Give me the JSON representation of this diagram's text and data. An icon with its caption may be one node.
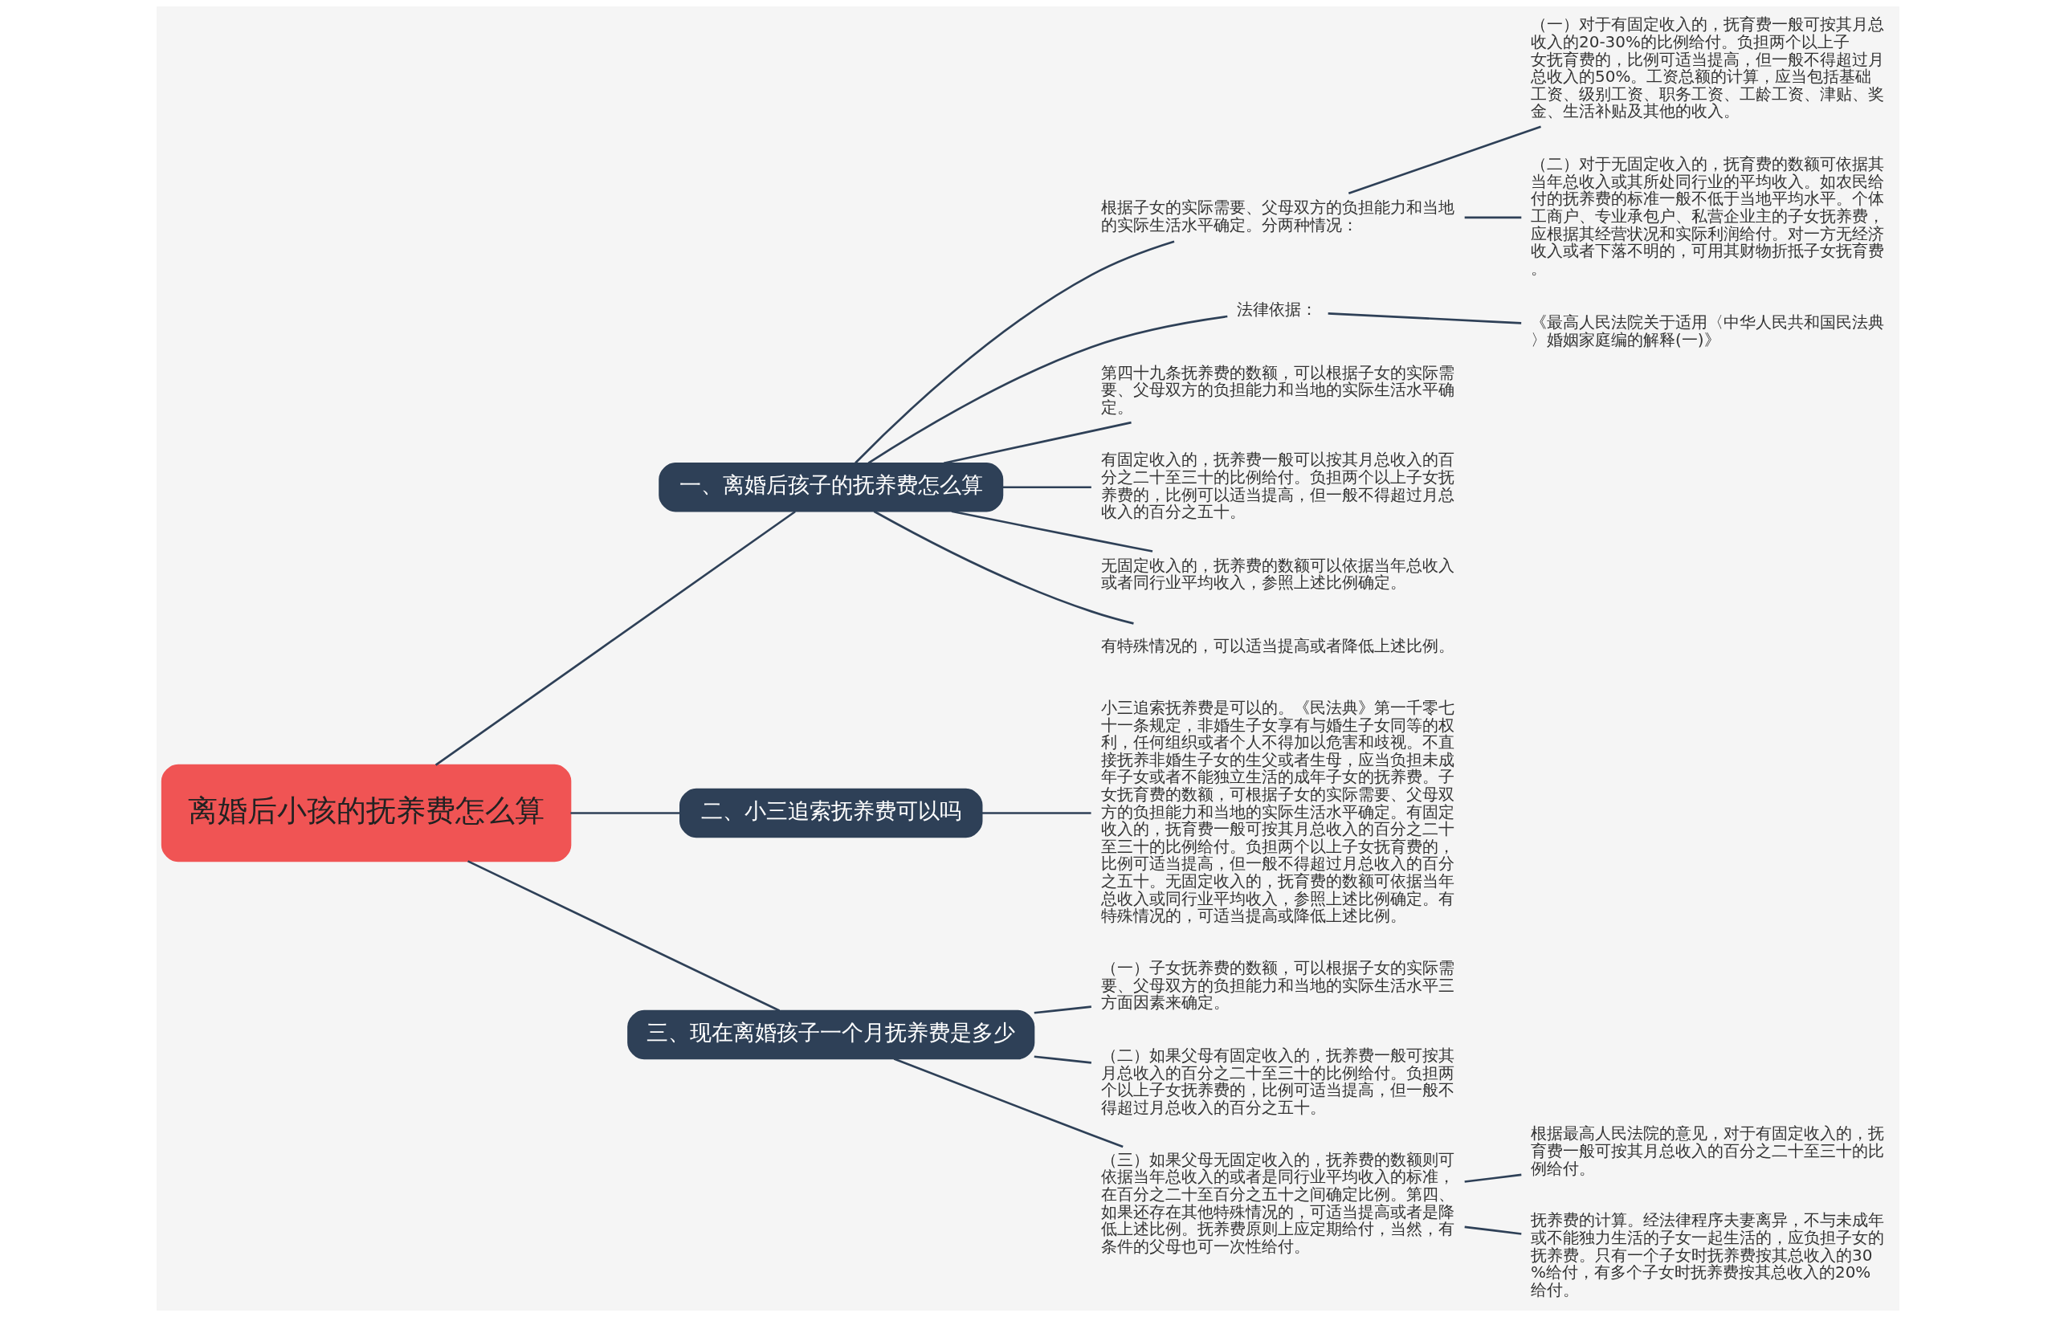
{
  "diagram": {
    "nodes": [
      {
        "text": [
          "离婚后小孩的抚养费怎么算"
        ]
      },
      {
        "text": [
          "一、离婚后孩子的抚养费怎么算"
        ]
      },
      {
        "text": [
          "根据子女的实际需要、父母双方的负担能力和当地的实际生活水平确定。分两种情况："
        ]
      },
      {
        "text": [
          "（一）对于有固定收入的，抚育费一般可按其月总收入的20-30%的比例给付。负担两个以上子女抚育费的，比例可适当提高，但一般不得超过月总收入的50%。工资总额的计算，应当包括基础工资、级别工资、职务工资、工龄工资、津贴、奖金、生活补贴及其他的收入。"
        ]
      },
      {
        "text": [
          "（二）对于无固定收入的，抚育费的数额可依据其当年总收入或其所处同行业的平均收入。如农民给付的抚养费的标准一般不低于当地平均水平。个体工商户、专业承包户、私营企业主的子女抚养费，应根据其经营状况和实际利润给付。对一方无经济收入或者下落不明的，可用其财物折抵子女抚育费。"
        ]
      },
      {
        "text": [
          "法律依据："
        ]
      },
      {
        "text": [
          "《最高人民法院关于适用〈中华人民共和国民法典〉婚姻家庭编的解释(一)》"
        ]
      },
      {
        "text": [
          "第四十九条抚养费的数额，可以根据子女的实际需要、父母双方的负担能力和当地的实际生活水平确定。"
        ]
      },
      {
        "text": [
          "有固定收入的，抚养费一般可以按其月总收入的百分之二十至三十的比例给付。负担两个以上子女抚养费的，比例可以适当提高，但一般不得超过月总收入的百分之五十。"
        ]
      },
      {
        "text": [
          "无固定收入的，抚养费的数额可以依据当年总收入或者同行业平均收入，参照上述比例确定。"
        ]
      },
      {
        "text": [
          "有特殊情况的，可以适当提高或者降低上述比例。"
        ]
      },
      {
        "text": [
          "二、小三追索抚养费可以吗"
        ]
      },
      {
        "text": [
          "小三追索抚养费是可以的。《民法典》第一千零七十一条规定，非婚生子女享有与婚生子女同等的权利，任何组织或者个人不得加以危害和歧视。不直接抚养非婚生子女的生父或者生母，应当负担未成年子女或者不能独立生活的成年子女的抚养费。子女抚育费的数额，可根据子女的实际需要、父母双方的负担能力和当地的实际生活水平确定。有固定收入的，抚育费一般可按其月总收入的百分之二十至三十的比例给付。负担两个以上子女抚育费的，比例可适当提高，但一般不得超过月总收入的百分之五十。无固定收入的，抚育费的数额可依据当年总收入或同行业平均收入，参照上述比例确定。有特殊情况的，可适当提高或降低上述比例。"
        ]
      },
      {
        "text": [
          "三、现在离婚孩子一个月抚养费是多少"
        ]
      },
      {
        "text": [
          "（一）子女抚养费的数额，可以根据子女的实际需要、父母双方的负担能力和当地的实际生活水平三方面因素来确定。"
        ]
      },
      {
        "text": [
          "（二）如果父母有固定收入的，抚养费一般可按其月总收入的百分之二十至三十的比例给付。负担两个以上子女抚养费的，比例可适当提高，但一般不得超过月总收入的百分之五十。"
        ]
      },
      {
        "text": [
          "（三）如果父母无固定收入的，抚养费的数额则可依据当年总收入的或者是同行业平均收入的标准，在百分之二十至百分之五十之间确定比例。第四、如果还存在其他特殊情况的，可适当提高或者是降低上述比例。抚养费原则上应定期给付，当然，有条件的父母也可一次性给付。"
        ]
      },
      {
        "text": [
          "根据最高人民法院的意见，对于有固定收入的，抚育费一般可按其月总收入的百分之二十至三十的比例给付。"
        ]
      },
      {
        "text": [
          "抚养费的计算。经法律程序夫妻离异，不与未成年或不能独力生活的子女一起生活的，应负担子女的抚养费。只有一个子女时抚养费按其总收入的30%给付，有多个子女时抚养费按其总收入的20%给付。"
        ]
      }
    ],
    "edges": [
      {
        "from": 0,
        "to": 1,
        "arrow": "none"
      },
      {
        "from": 1,
        "to": 2,
        "arrow": "none"
      },
      {
        "from": 2,
        "to": 3,
        "arrow": "none"
      },
      {
        "from": 2,
        "to": 4,
        "arrow": "none"
      },
      {
        "from": 1,
        "to": 5,
        "arrow": "none"
      },
      {
        "from": 5,
        "to": 6,
        "arrow": "none"
      },
      {
        "from": 1,
        "to": 7,
        "arrow": "none"
      },
      {
        "from": 1,
        "to": 8,
        "arrow": "none"
      },
      {
        "from": 1,
        "to": 9,
        "arrow": "none"
      },
      {
        "from": 1,
        "to": 10,
        "arrow": "none"
      },
      {
        "from": 0,
        "to": 11,
        "arrow": "none"
      },
      {
        "from": 11,
        "to": 12,
        "arrow": "none"
      },
      {
        "from": 0,
        "to": 13,
        "arrow": "none"
      },
      {
        "from": 13,
        "to": 14,
        "arrow": "none"
      },
      {
        "from": 13,
        "to": 15,
        "arrow": "none"
      },
      {
        "from": 13,
        "to": 16,
        "arrow": "none"
      },
      {
        "from": 16,
        "to": 17,
        "arrow": "none"
      },
      {
        "from": 16,
        "to": 18,
        "arrow": "none"
      }
    ]
  }
}
